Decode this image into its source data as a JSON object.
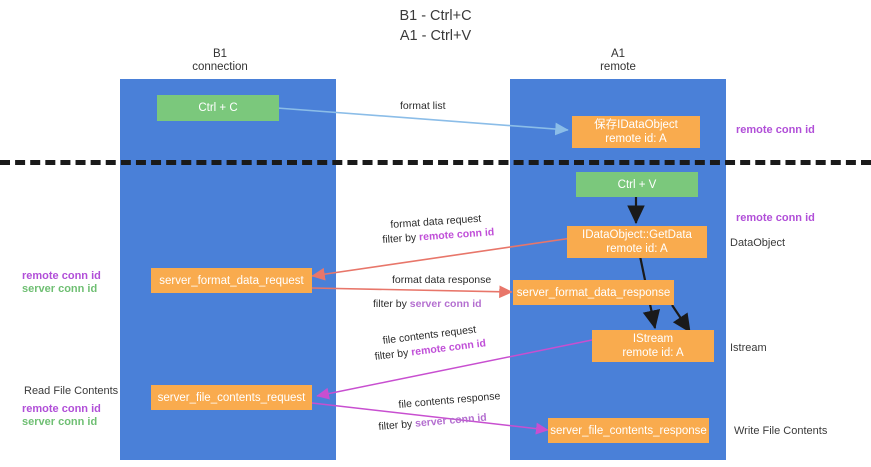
{
  "title": "B1 - Ctrl+C\nA1 - Ctrl+V",
  "lanes": [
    {
      "name": "B1",
      "caption": "B1\nconnection"
    },
    {
      "name": "A1",
      "caption": "A1\nremote"
    }
  ],
  "nodes": {
    "ctrl_c": "Ctrl + C",
    "save_dataobject": "保存IDataObject\nremote id: A",
    "ctrl_v": "Ctrl + V",
    "getdata": "IDataObject::GetData\nremote id: A",
    "server_format_data_request": "server_format_data_request",
    "server_format_data_response": "server_format_data_response",
    "istream": "IStream\nremote id: A",
    "server_file_contents_request": "server_file_contents_request",
    "server_file_contents_response": "server_file_contents_response"
  },
  "edges": {
    "format_list": "format list",
    "format_data_request": "format data request",
    "format_data_request_filter_prefix": "filter by ",
    "format_data_request_filter_value": "remote conn id",
    "format_data_response": "format data response",
    "format_data_response_filter_prefix": "filter by ",
    "format_data_response_filter_value": "server conn id",
    "file_contents_request": "file contents request",
    "file_contents_request_filter_prefix": "filter by ",
    "file_contents_request_filter_value": "remote conn id",
    "file_contents_response": "file contents response",
    "file_contents_response_filter_prefix": "filter by ",
    "file_contents_response_filter_value": "server conn id"
  },
  "annotations": {
    "right_remote_conn_id_top": "remote conn id",
    "right_remote_conn_id_mid": "remote conn id",
    "right_dataobject": "DataObject",
    "right_istream": "Istream",
    "right_write_file_contents": "Write File Contents",
    "left_remote_conn_id": "remote conn id",
    "left_server_conn_id": "server conn id",
    "left_read_file_contents": "Read File Contents",
    "left_remote_conn_id2": "remote conn id",
    "left_server_conn_id2": "server conn id"
  },
  "colors": {
    "lane": "#4a80d8",
    "node_green": "#7bc87c",
    "node_orange": "#f9ab4e",
    "arrow_blue": "#8bbde8",
    "arrow_red": "#e8766a",
    "arrow_magenta": "#c84fd0",
    "arrow_black": "#1a1a1a",
    "purple_text": "#b14fd8",
    "green_text": "#6fbf73"
  }
}
